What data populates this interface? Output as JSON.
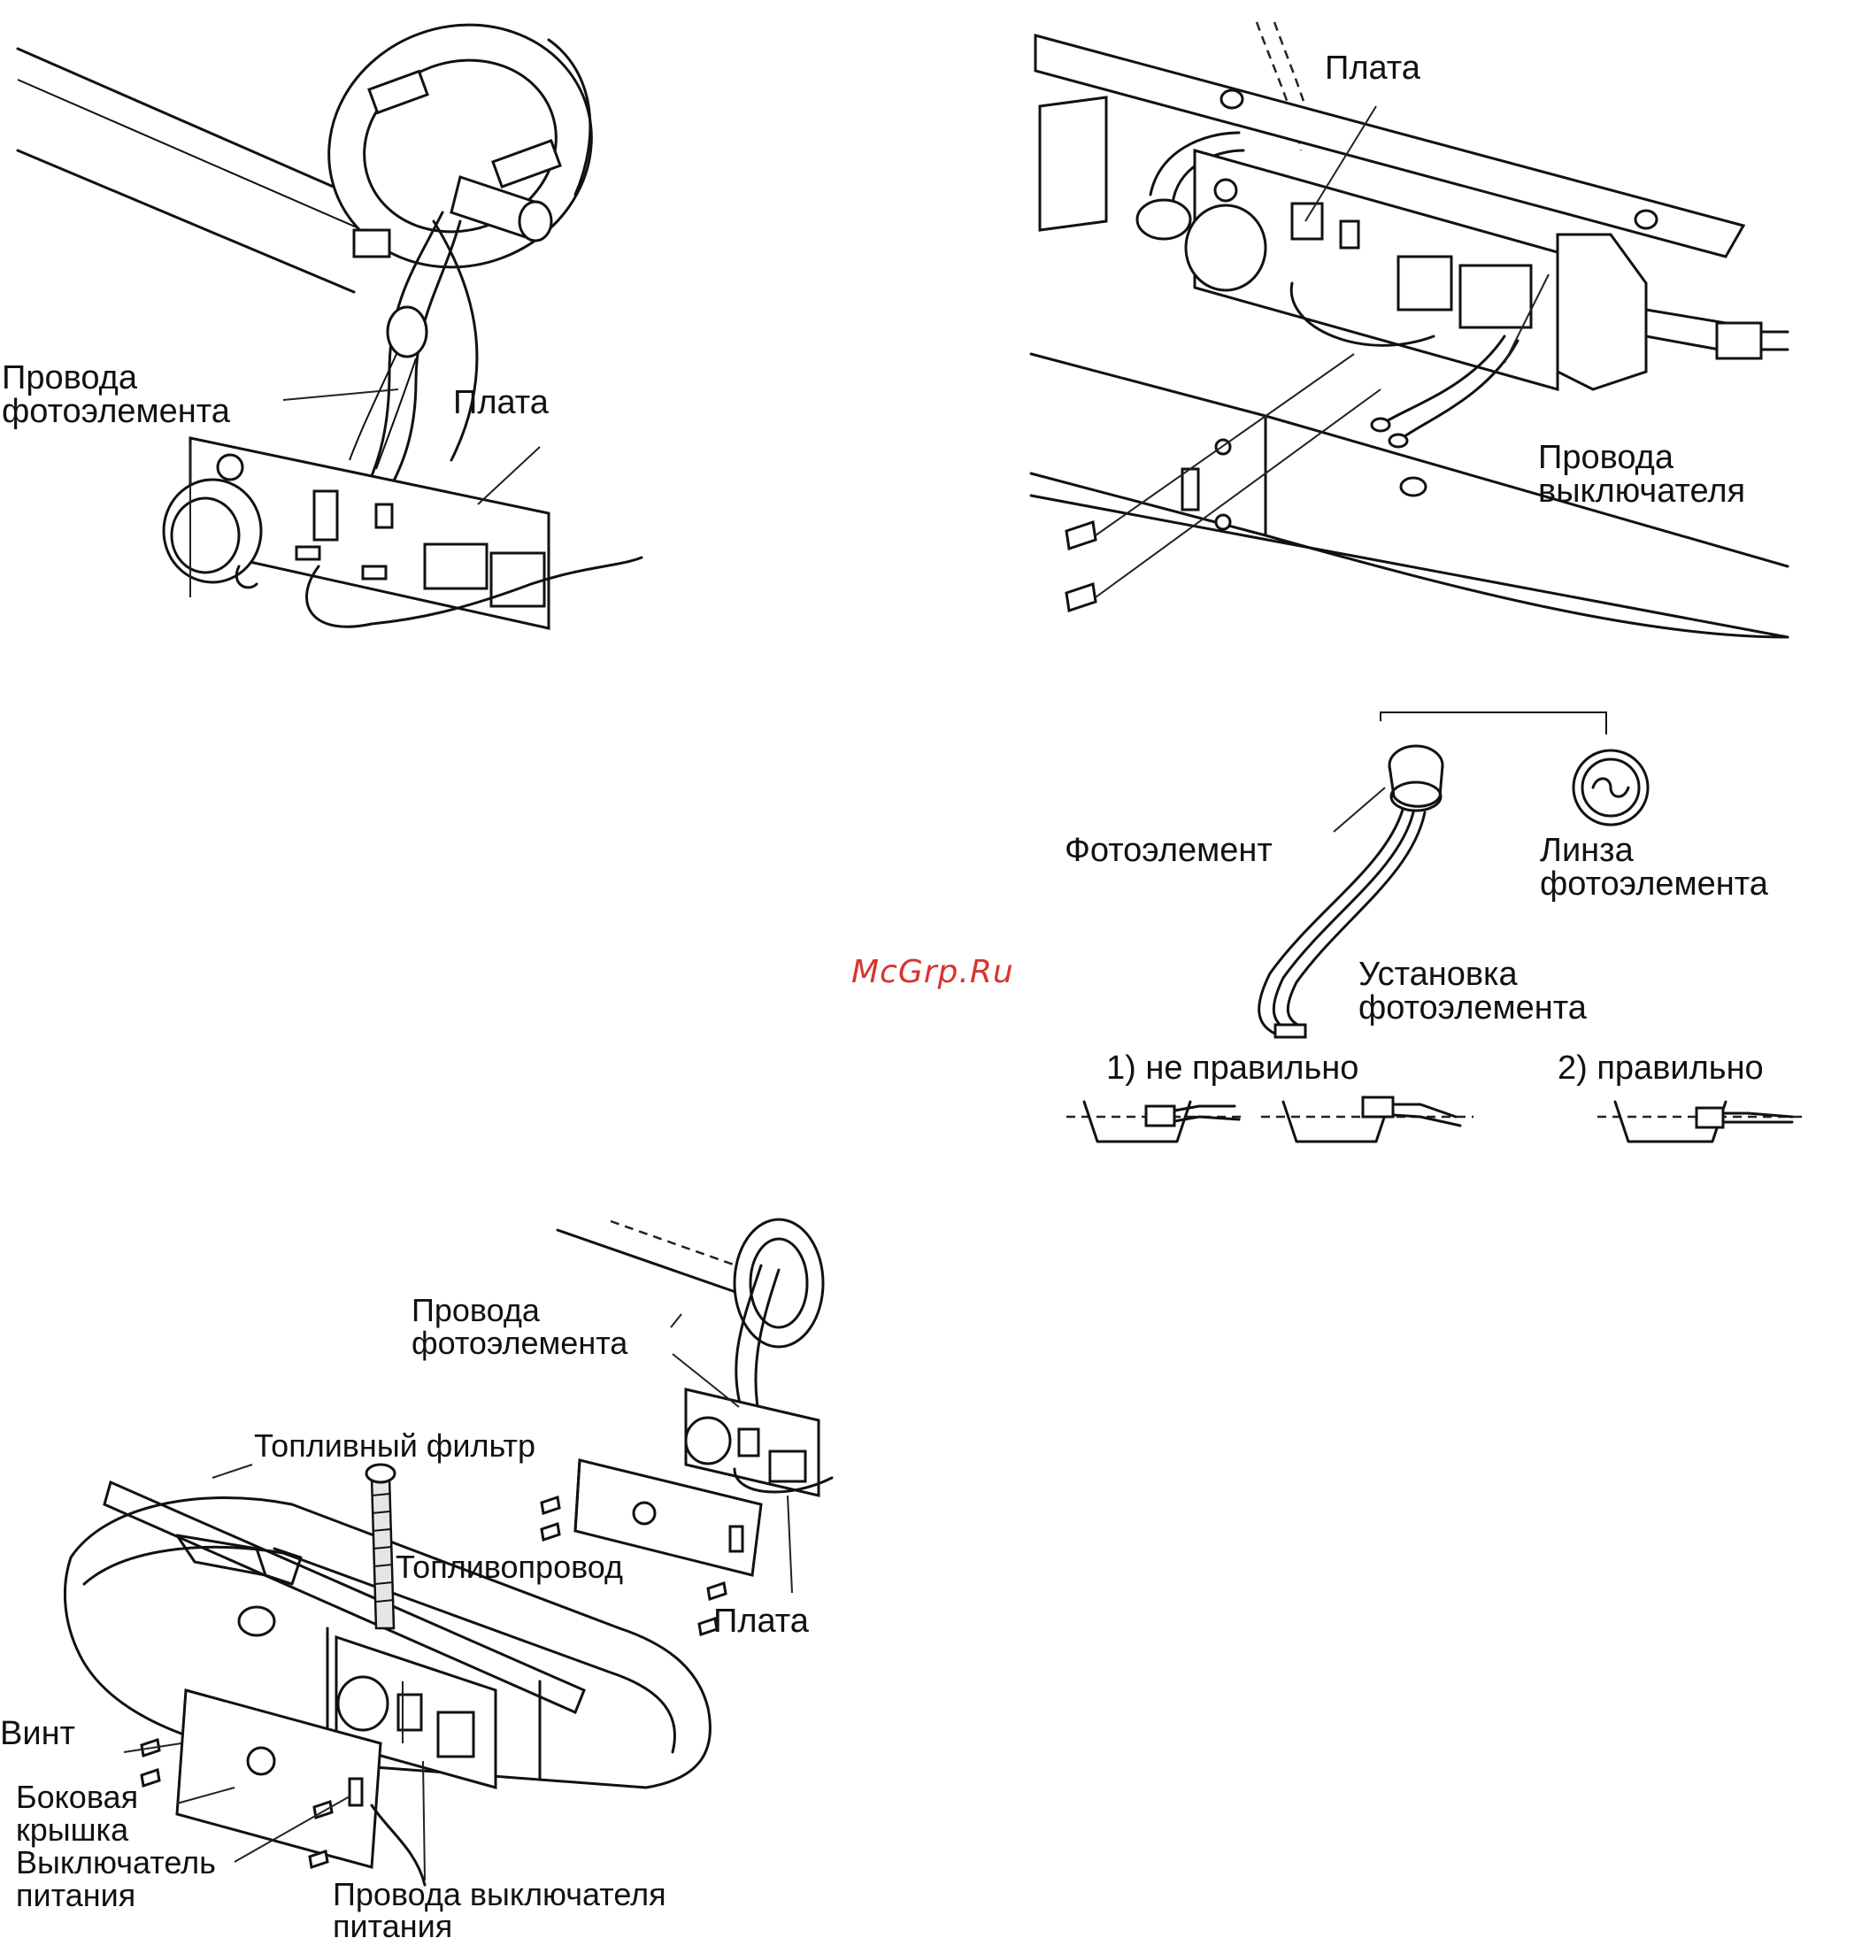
{
  "panel1": {
    "label_photocell_wires_1": "Провода",
    "label_photocell_wires_2": "фотоэлемента",
    "label_board": "Плата"
  },
  "panel2": {
    "label_board": "Плата",
    "label_switch_wires_1": "Провода",
    "label_switch_wires_2": "выключателя"
  },
  "panel3": {
    "label_photocell": "Фотоэлемент",
    "label_lens_1": "Линза",
    "label_lens_2": "фотоэлемента",
    "label_install_1": "Установка",
    "label_install_2": "фотоэлемента",
    "label_wrong": "1) не правильно",
    "label_right": "2) правильно"
  },
  "panel4": {
    "label_photocell_wires_1": "Провода",
    "label_photocell_wires_2": "фотоэлемента",
    "label_fuel_filter": "Топливный фильтр",
    "label_fuel_line": "Топливопровод",
    "label_board": "Плата",
    "label_screw": "Винт",
    "label_side_cover_1": "Боковая",
    "label_side_cover_2": "крышка",
    "label_power_switch_1": "Выключатель",
    "label_power_switch_2": "питания",
    "label_power_switch_wires_1": "Провода выключателя",
    "label_power_switch_wires_2": "питания"
  },
  "watermark": "McGrp.Ru"
}
